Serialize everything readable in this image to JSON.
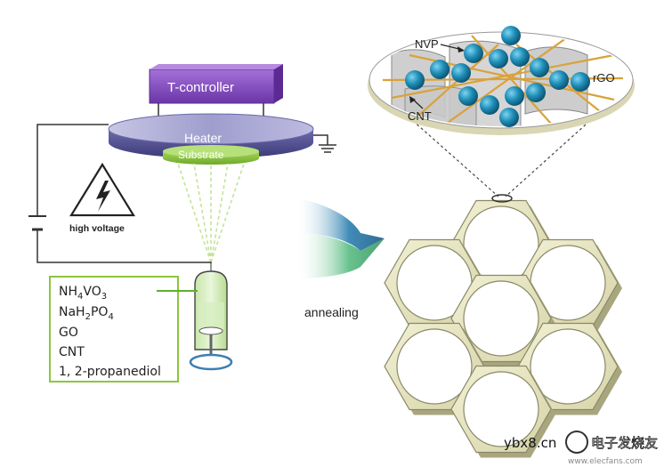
{
  "labels": {
    "t_controller": "T-controller",
    "heater": "Heater",
    "substrate": "Substrate",
    "high_voltage": "high voltage",
    "annealing": "annealing",
    "nvp": "NVP",
    "rgo": "rGO",
    "cnt": "CNT"
  },
  "reagents": {
    "nh4vo3": {
      "a": "NH",
      "s1": "4",
      "b": "VO",
      "s2": "3"
    },
    "nah2po4": {
      "a": "NaH",
      "s1": "2",
      "b": "PO",
      "s2": "4"
    },
    "go": "GO",
    "cnt": "CNT",
    "propanediol": "1, 2-propanediol"
  },
  "watermark": {
    "site": "ybx8.cn",
    "brand": "电子发烧友",
    "url": "www.elecfans.com"
  },
  "colors": {
    "t_controller": "#8a4fc4",
    "heater_top": "#9a98c8",
    "heater_side": "#52508f",
    "substrate": "#8cc63f",
    "spray_line": "#bfe08f",
    "honeycomb": "#e8e6c2",
    "honeycomb_edge": "#8a8868",
    "nvp_sphere": "#1f8fb8",
    "cnt_rod": "#d9a23a",
    "rgo_sheet": "#cfcfcf",
    "arrow_blue": "#1d6f9a",
    "arrow_green": "#3ea86b",
    "reagent_box": "#8bc63f"
  }
}
